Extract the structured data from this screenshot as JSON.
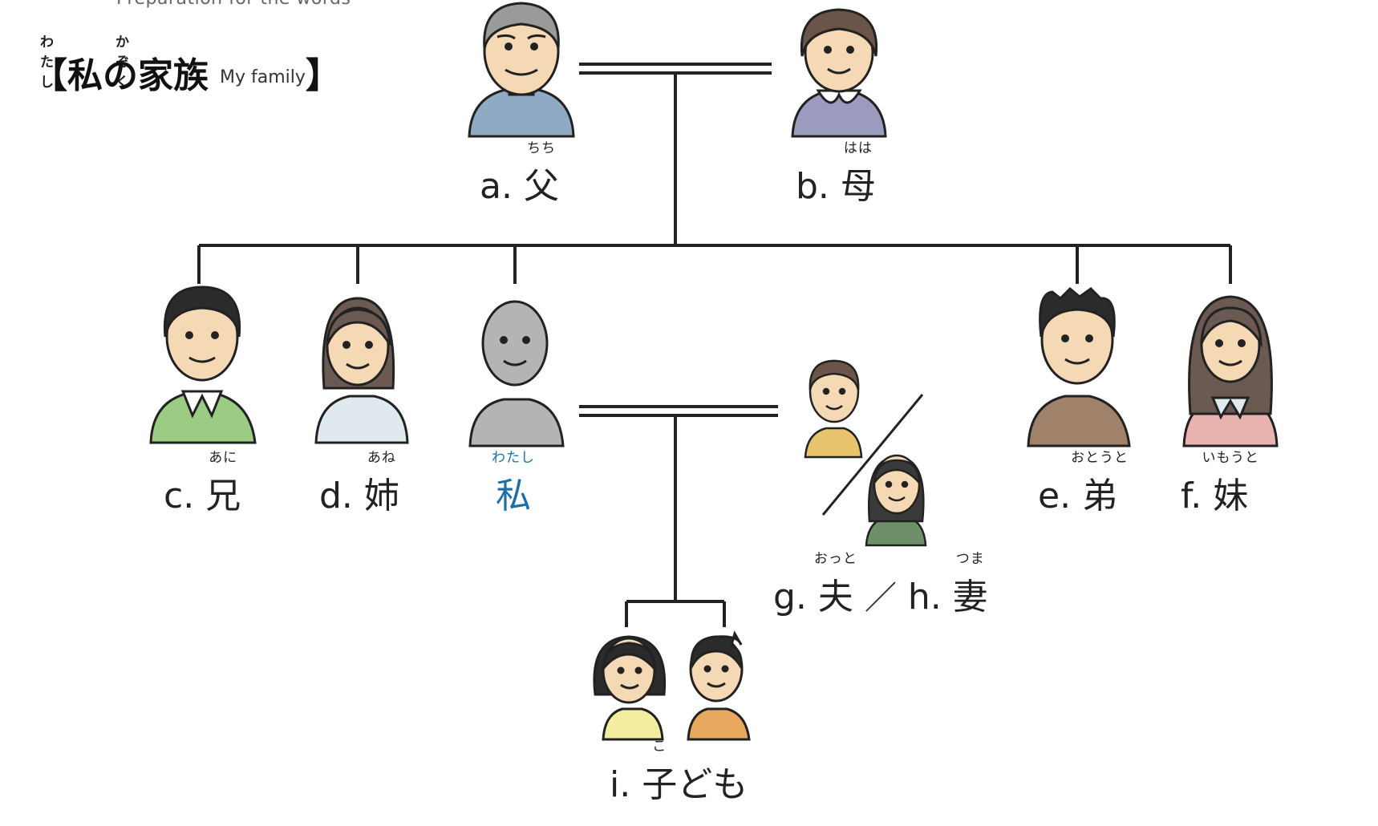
{
  "header": {
    "subtitle_cut": "Preparation for the words",
    "title_ruby_1": "わたし",
    "title_ruby_2": "かぞく",
    "title_open": "【",
    "title_text": "私の家族",
    "title_en": "My family",
    "title_close": "】"
  },
  "people": {
    "a": {
      "prefix": "a.",
      "kanji": "父",
      "ruby": "ちち"
    },
    "b": {
      "prefix": "b.",
      "kanji": "母",
      "ruby": "はは"
    },
    "c": {
      "prefix": "c.",
      "kanji": "兄",
      "ruby": "あに"
    },
    "d": {
      "prefix": "d.",
      "kanji": "姉",
      "ruby": "あね"
    },
    "me": {
      "kanji": "私",
      "ruby": "わたし"
    },
    "e": {
      "prefix": "e.",
      "kanji": "弟",
      "ruby": "おとうと"
    },
    "f": {
      "prefix": "f.",
      "kanji": "妹",
      "ruby": "いもうと"
    },
    "g": {
      "prefix": "g.",
      "kanji": "夫",
      "ruby": "おっと"
    },
    "h": {
      "prefix": "h.",
      "kanji": "妻",
      "ruby": "つま"
    },
    "i": {
      "prefix": "i.",
      "kanji": "子",
      "ruby": "こ",
      "rest": "ども"
    }
  },
  "separator": "／",
  "colors": {
    "self_label": "#1a6fa8",
    "line": "#222222",
    "skin": "#f5d8b4"
  }
}
